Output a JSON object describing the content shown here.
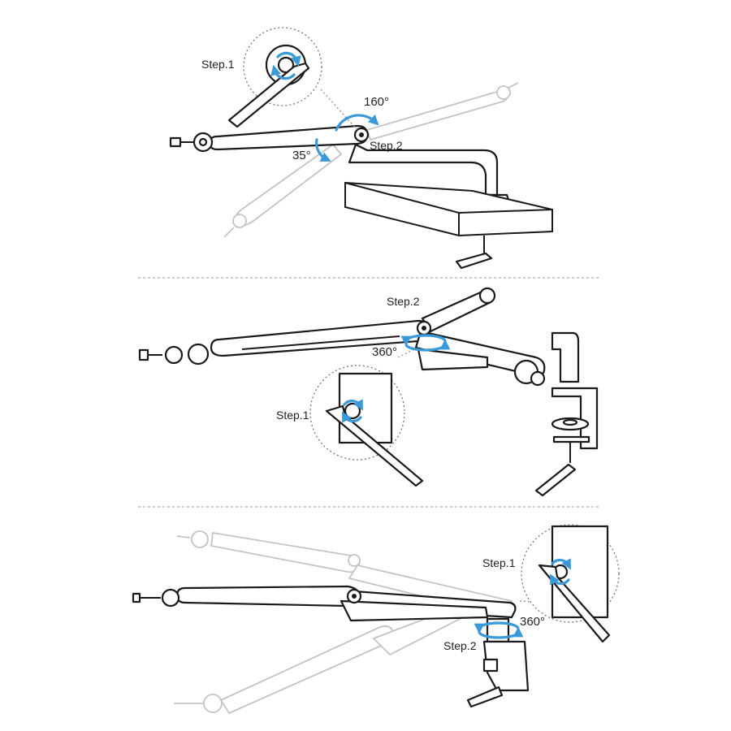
{
  "panels": [
    {
      "step1_label": "Step.1",
      "step2_label": "Step.2",
      "angle_up": "160°",
      "angle_down": "35°"
    },
    {
      "step1_label": "Step.1",
      "step2_label": "Step.2",
      "angle": "360°"
    },
    {
      "step1_label": "Step.1",
      "step2_label": "Step.2",
      "angle": "360°"
    }
  ],
  "colors": {
    "rotation_arrow": "#3a9ad9",
    "outline": "#1a1a1a",
    "ghost_outline": "#c4c4c4"
  }
}
